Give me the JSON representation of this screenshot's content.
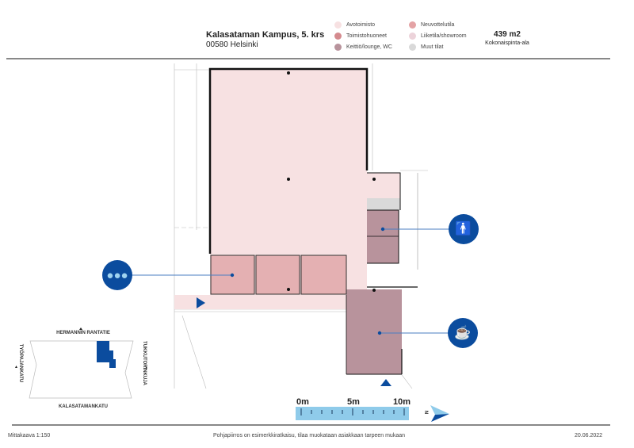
{
  "header": {
    "title": "Kalasataman Kampus, 5. krs",
    "address": "00580 Helsinki",
    "area_value": "439 m2",
    "area_label": "Kokonaispinta-ala"
  },
  "legend": [
    {
      "label": "Avotoimisto",
      "color": "#f7e1e2"
    },
    {
      "label": "Toimistohuoneet",
      "color": "#d48a8e"
    },
    {
      "label": "Keittiö/lounge, WC",
      "color": "#b8939c"
    },
    {
      "label": "Neuvottelutila",
      "color": "#e4a3a5"
    },
    {
      "label": "Liiketila/showroom",
      "color": "#ecd3da"
    },
    {
      "label": "Muut tilat",
      "color": "#d9d9d9"
    }
  ],
  "icons": [
    "meeting-people-icon",
    "restroom-icon",
    "coffee-cup-icon"
  ],
  "site": {
    "north": "HERMANNIN RANTATIE",
    "south": "KALASATAMANKATU",
    "west": "TYÖPAJANKATU",
    "east": "TUKKUTORINKUJA"
  },
  "scale_bar": {
    "labels": [
      "0m",
      "5m",
      "10m"
    ],
    "north_label": "N"
  },
  "footer": {
    "scale": "Mittakaava 1:150",
    "note": "Pohjapiirros on esimerkkiratkaisu, tilaa muokataan asiakkaan tarpeen mukaan",
    "date": "20.06.2022"
  },
  "colors": {
    "brand": "#0b4c9e",
    "scale": "#8fcbea"
  }
}
